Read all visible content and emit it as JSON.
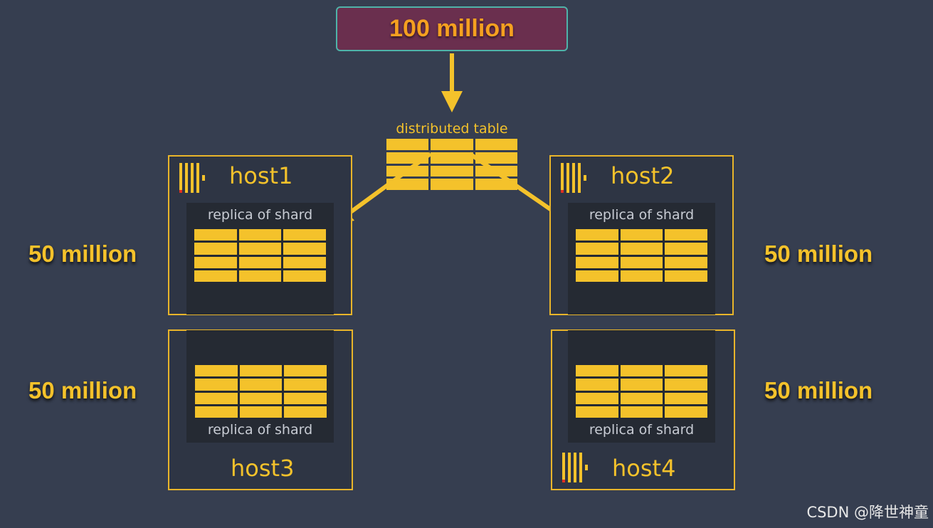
{
  "source": {
    "label": "100 million"
  },
  "distributed": {
    "label": "distributed table"
  },
  "hosts": [
    {
      "name": "host1",
      "replica_label": "replica of shard",
      "rows": "50 million"
    },
    {
      "name": "host2",
      "replica_label": "replica of shard",
      "rows": "50 million"
    },
    {
      "name": "host3",
      "replica_label": "replica of shard",
      "rows": "50 million"
    },
    {
      "name": "host4",
      "replica_label": "replica of shard",
      "rows": "50 million"
    }
  ],
  "watermark": "CSDN @降世神童",
  "colors": {
    "background": "#363e50",
    "accent": "#f4c22b",
    "source_box": "#6a2f4e",
    "source_border": "#4fb3a9",
    "source_text": "#f5a020"
  },
  "icons": {
    "logo": "clickhouse-logo-icon",
    "arrow": "arrow-icon"
  }
}
